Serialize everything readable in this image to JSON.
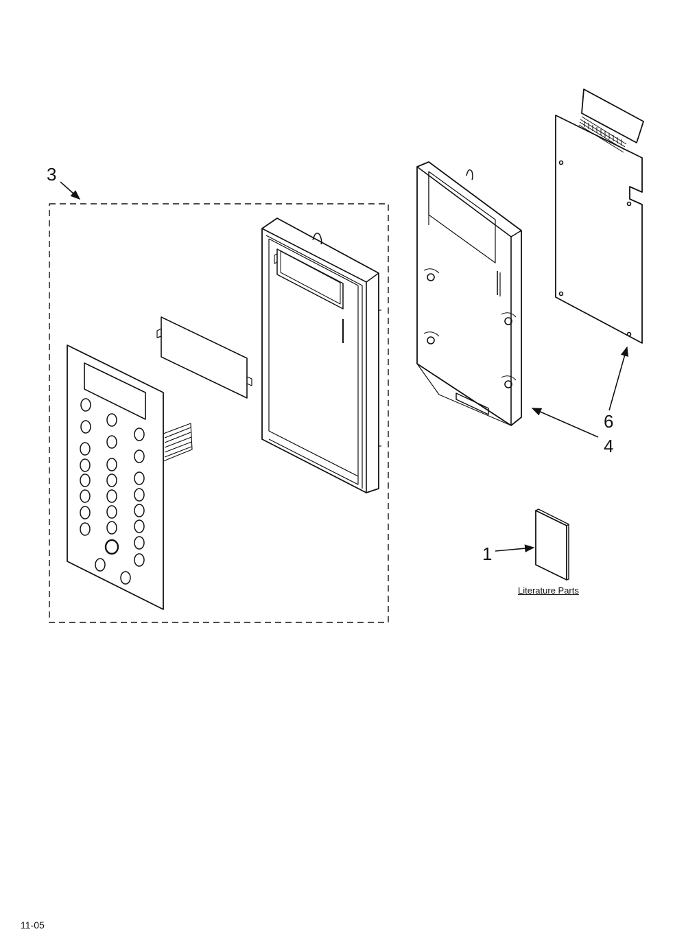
{
  "callouts": {
    "part_1": "1",
    "part_3": "3",
    "part_4": "4",
    "part_6": "6"
  },
  "literature_label": "Literature Parts",
  "page_code": "11-05"
}
